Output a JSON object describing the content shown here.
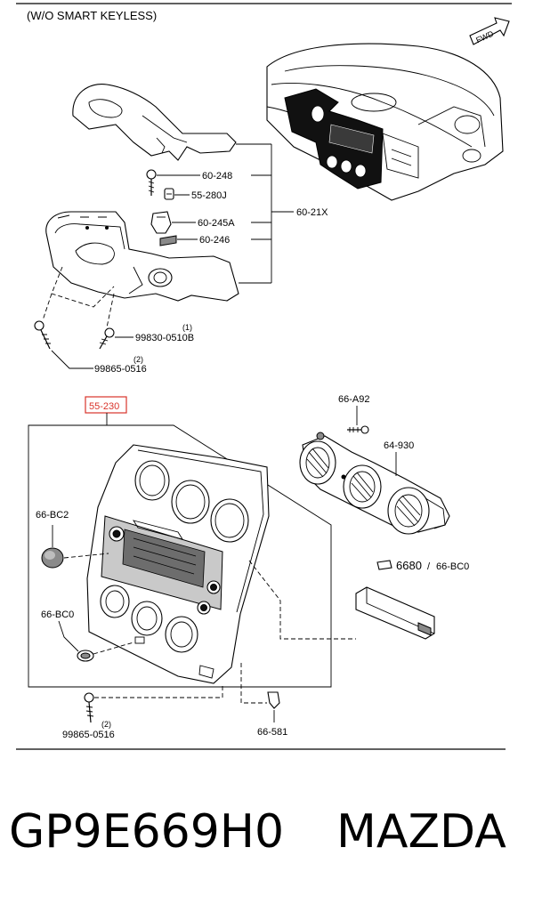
{
  "header": {
    "title": "(W/O SMART KEYLESS)",
    "fwd_label": "FWD"
  },
  "upper_section": {
    "group_label": "60-21X",
    "parts": [
      {
        "code": "60-248"
      },
      {
        "code": "55-280J"
      },
      {
        "code": "60-245A"
      },
      {
        "code": "60-246"
      },
      {
        "code": "99830-0510B",
        "qty": "(1)"
      },
      {
        "code": "99865-0516",
        "qty": "(2)"
      }
    ]
  },
  "lower_section": {
    "highlighted_part": "55-230",
    "highlight_color": "#d9342b",
    "parts": [
      {
        "code": "66-A92"
      },
      {
        "code": "64-930"
      },
      {
        "code": "66-BC2"
      },
      {
        "code": "66-BC0"
      },
      {
        "code": "6680",
        "alt_code": "66-BC0"
      },
      {
        "code": "99865-0516",
        "qty": "(2)"
      },
      {
        "code": "66-581"
      }
    ]
  },
  "footer": {
    "part_number": "GP9E669H0",
    "brand": "MAZDA"
  }
}
